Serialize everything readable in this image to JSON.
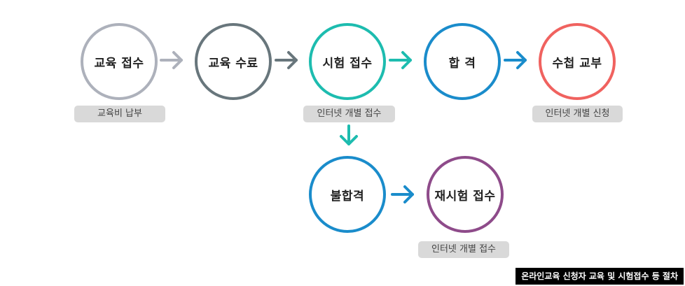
{
  "nodes": {
    "edu_apply": {
      "label": "교육 접수",
      "color": "#adb1bb"
    },
    "edu_complete": {
      "label": "교육 수료",
      "color": "#68767c"
    },
    "exam_apply": {
      "label": "시험 접수",
      "color": "#1dbcaf"
    },
    "pass": {
      "label": "합 격",
      "color": "#1a8ccb"
    },
    "license_issue": {
      "label": "수첩 교부",
      "color": "#f0625f"
    },
    "fail": {
      "label": "불합격",
      "color": "#1a8ccb"
    },
    "reexam_apply": {
      "label": "재시험 접수",
      "color": "#8e4b8a"
    }
  },
  "notes": {
    "edu_fee": "교육비 납부",
    "exam_online": "인터넷 개별 접수",
    "license_online": "인터넷 개별 신청",
    "reexam_online": "인터넷 개별 접수"
  },
  "arrows": {
    "a1": "#adb1bb",
    "a2": "#68767c",
    "a3": "#1dbcaf",
    "a4": "#1a8ccb",
    "a5": "#1dbcaf",
    "a6": "#1a8ccb"
  },
  "footer": {
    "caption": "온라인교육 신청자 교육 및 시험접수 등 절차"
  }
}
